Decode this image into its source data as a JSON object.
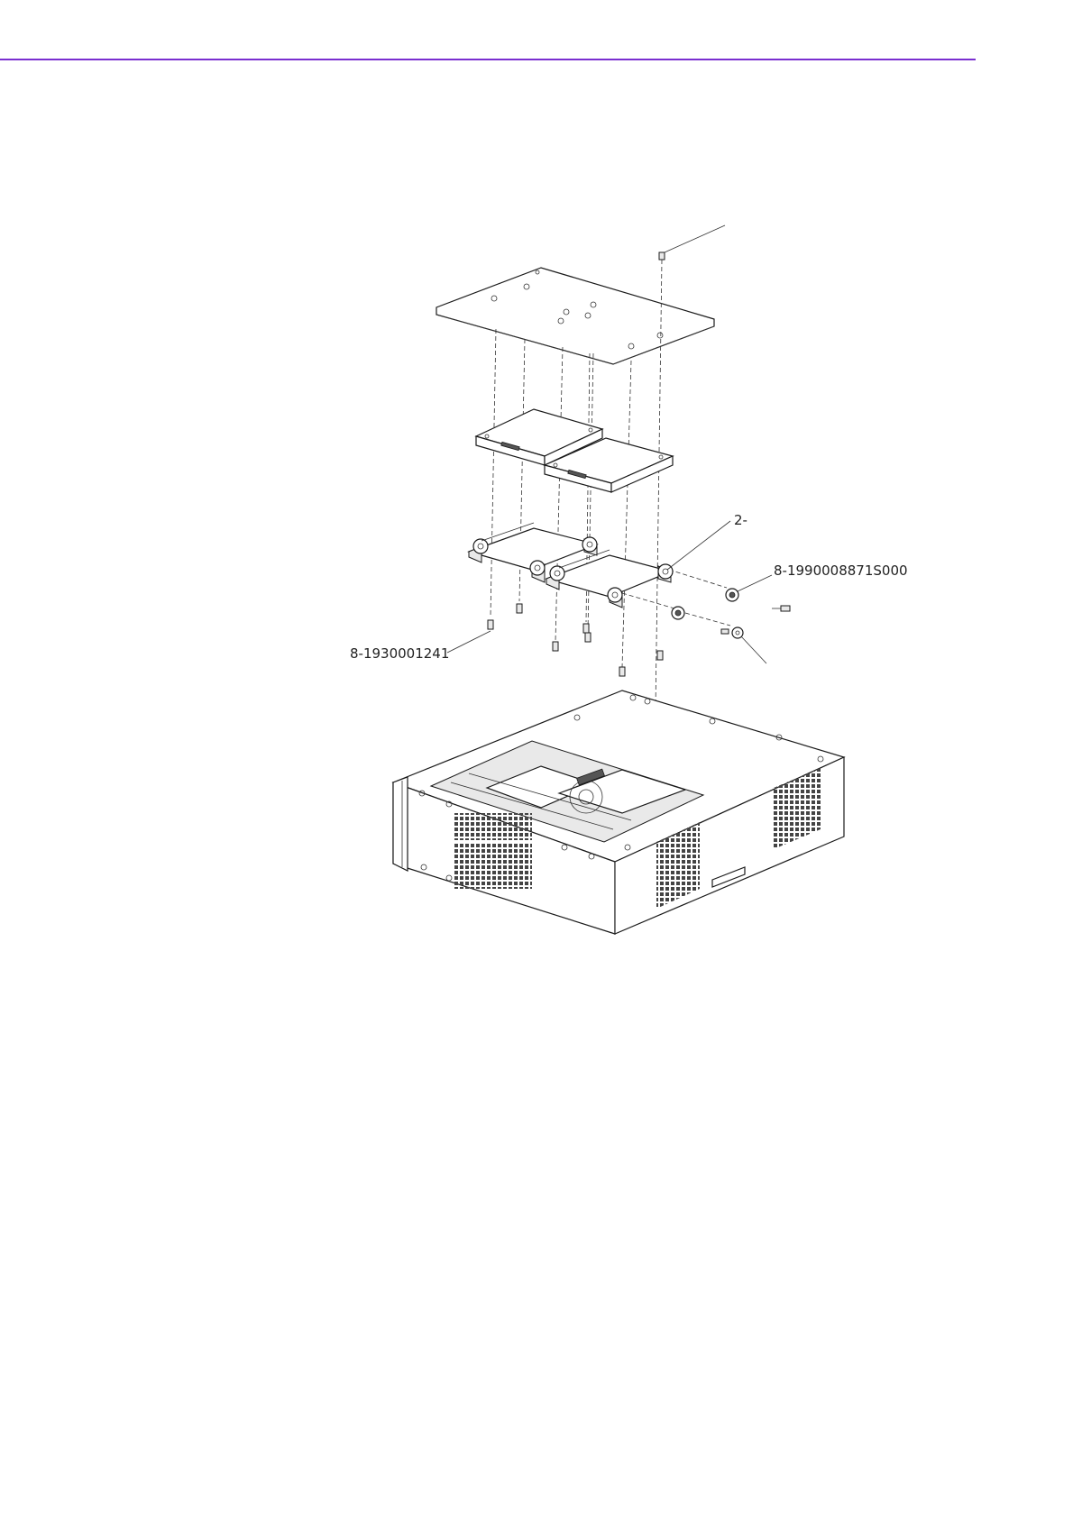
{
  "colors": {
    "accent_rule": "#7a2fd0",
    "line": "#1a1a1a"
  },
  "callouts": {
    "bracket": "2-",
    "screw_washer": "8-1990008871S000",
    "bottom_screws": "8-1930001241"
  },
  "icons": [
    "exploded-assembly-drawing"
  ]
}
